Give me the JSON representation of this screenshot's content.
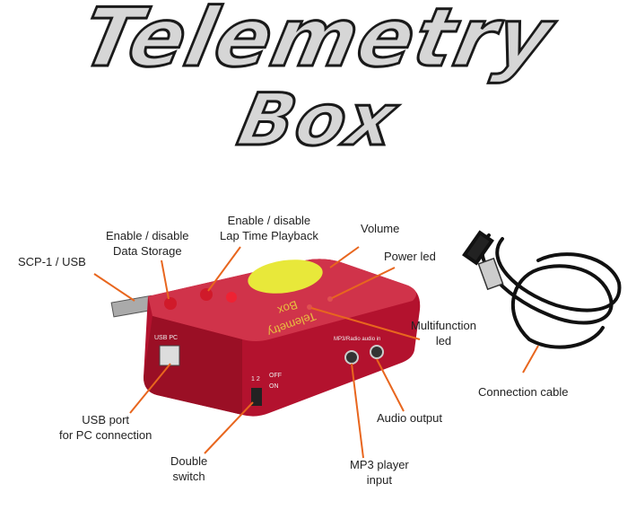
{
  "title": {
    "line1": "Telemetry",
    "line2": "Box"
  },
  "labels": {
    "scp": "SCP-1 / USB",
    "data_storage_1": "Enable / disable",
    "data_storage_2": "Data Storage",
    "lap_time_1": "Enable / disable",
    "lap_time_2": "Lap Time Playback",
    "volume": "Volume",
    "power_led": "Power led",
    "multifunction_1": "Multifunction",
    "multifunction_2": "led",
    "usb_port_1": "USB port",
    "usb_port_2": "for PC connection",
    "double_switch_1": "Double",
    "double_switch_2": "switch",
    "mp3_1": "MP3 player",
    "mp3_2": "input",
    "audio_output": "Audio output",
    "cable": "Connection cable"
  },
  "box_print": {
    "name_1": "Telemetry",
    "name_2": "Box",
    "usb": "USB PC",
    "mp3": "MP3/Radio audio in",
    "switch": "1 2",
    "off": "OFF",
    "on": "ON"
  },
  "colors": {
    "leader": "#e8661e",
    "box": "#b3122e",
    "badge": "#e8e83a"
  }
}
